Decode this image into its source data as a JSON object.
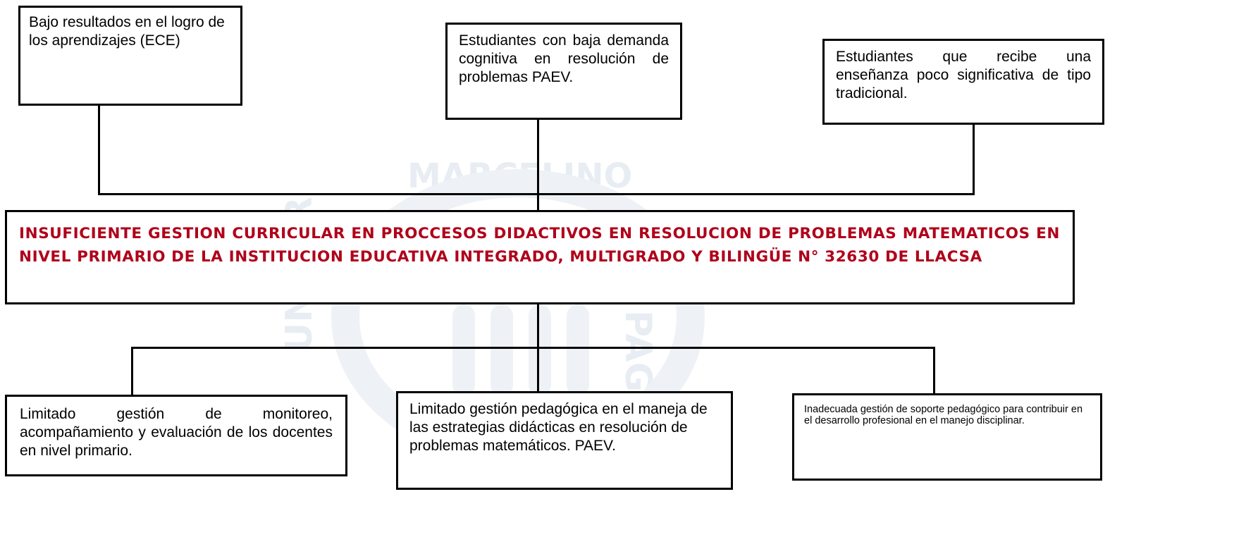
{
  "watermark": {
    "top_word": "MARCELINO",
    "left_word": "UNIVER",
    "right_word": "PAGN"
  },
  "effects": [
    "Bajo resultados en el logro de los aprendizajes (ECE)",
    "Estudiantes con baja demanda cognitiva en resolución de problemas PAEV.",
    "Estudiantes que recibe una enseñanza poco significativa de tipo tradicional."
  ],
  "problem": "INSUFICIENTE GESTION CURRICULAR EN PROCCESOS DIDACTIVOS EN RESOLUCION DE PROBLEMAS MATEMATICOS EN NIVEL PRIMARIO DE   LA   INSTITUCION EDUCATIVA INTEGRADO, MULTIGRADO Y BILINGÜE N° 32630  DE LLACSA",
  "causes": [
    "Limitado gestión de monitoreo, acompañamiento y evaluación de los docentes en nivel primario.",
    "Limitado gestión pedagógica en el maneja de las estrategias didácticas en resolución de problemas matemáticos. PAEV.",
    "Inadecuada gestión de soporte pedagógico para contribuir en el desarrollo profesional en el manejo disciplinar."
  ],
  "colors": {
    "problem_text": "#b0001a",
    "border": "#000000",
    "watermark": "#e8edf3"
  }
}
